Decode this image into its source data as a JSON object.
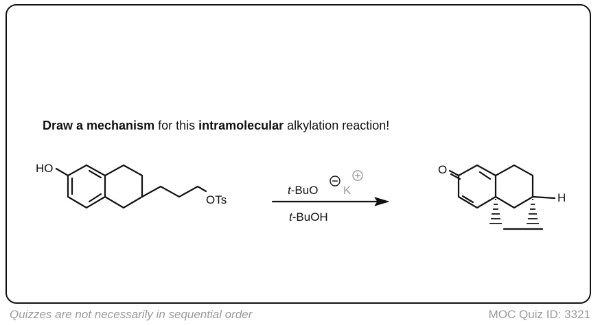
{
  "prompt": {
    "part1": "Draw a mechanism",
    "part2": " for this ",
    "part3": "intramolecular",
    "part4": " alkylation reaction!"
  },
  "reactant": {
    "left_group": "HO",
    "right_group": "OTs"
  },
  "reagents": {
    "top_italic": "t",
    "top_rest": "-BuO",
    "counterion": "K",
    "bottom_italic": "t",
    "bottom_rest": "-BuOH"
  },
  "product": {
    "carbonyl_atom": "O",
    "hydrogen_label": "H"
  },
  "footer": {
    "note": "Quizzes are not necessarily in sequential order",
    "quiz_id": "MOC Quiz ID: 3321"
  }
}
